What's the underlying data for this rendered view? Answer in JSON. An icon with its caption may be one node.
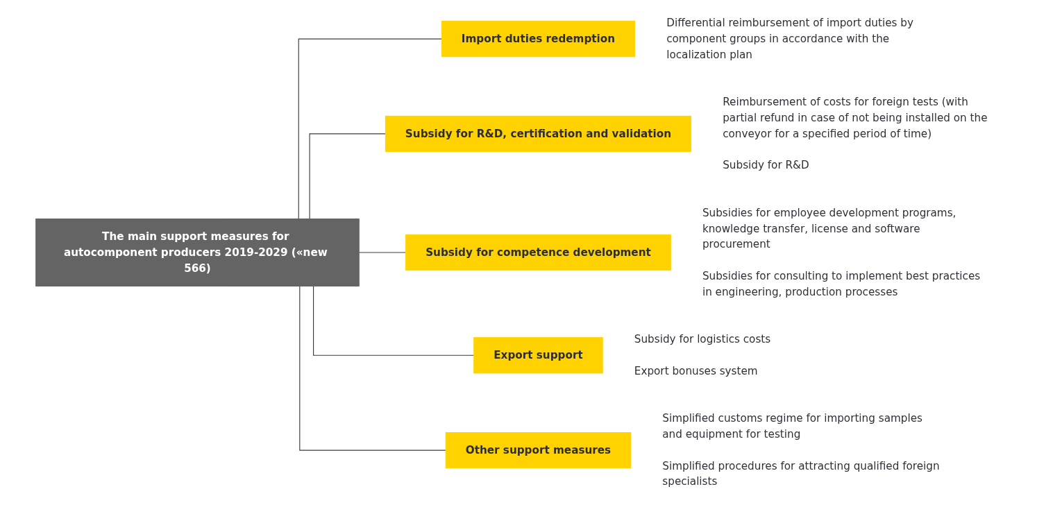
{
  "diagram": {
    "nodes": [
      {
        "text": [
          "The main support measures for autocomponent producers 2019-2029 («new 566)"
        ]
      },
      {
        "text": [
          "Import duties redemption"
        ],
        "beside": [
          "Differential reimbursement of import duties by component groups in accordance with the localization plan"
        ]
      },
      {
        "text": [
          "Subsidy for R&D, certification and validation"
        ],
        "beside": [
          "Reimbursement of costs for foreign tests (with partial refund in case of not being installed on the conveyor for a specified period of time)",
          "Subsidy for R&D"
        ]
      },
      {
        "text": [
          "Subsidy for competence development"
        ],
        "beside": [
          "Subsidies for employee development programs, knowledge transfer, license and software procurement",
          "Subsidies for consulting to implement best practices in engineering, production processes"
        ]
      },
      {
        "text": [
          "Export support"
        ],
        "beside": [
          "Subsidy for logistics costs",
          "Export bonuses system"
        ]
      },
      {
        "text": [
          "Other support measures"
        ],
        "beside": [
          "Simplified customs regime for importing samples and equipment for testing",
          "Simplified procedures for attracting qualified foreign specialists"
        ]
      }
    ],
    "edges": [
      {
        "from": 0,
        "to": 1,
        "arrow": "none"
      },
      {
        "from": 0,
        "to": 2,
        "arrow": "none"
      },
      {
        "from": 0,
        "to": 3,
        "arrow": "none"
      },
      {
        "from": 0,
        "to": 4,
        "arrow": "none"
      },
      {
        "from": 0,
        "to": 5,
        "arrow": "none"
      }
    ]
  }
}
